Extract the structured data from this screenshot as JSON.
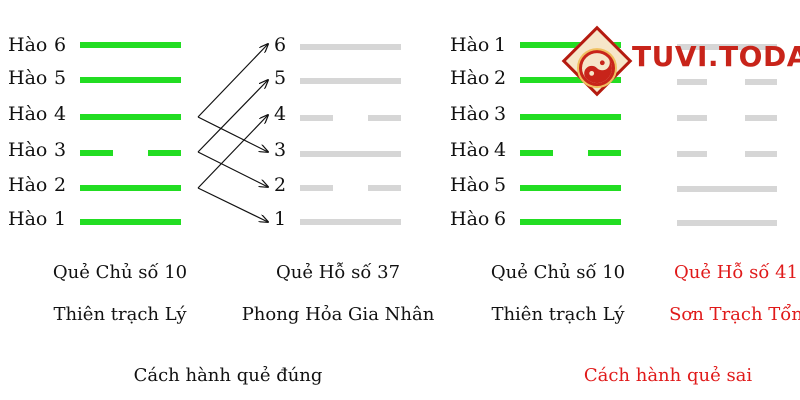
{
  "left_label_word": "Hào",
  "left_labels": [
    "6",
    "5",
    "4",
    "3",
    "2",
    "1"
  ],
  "left_mid_nums": [
    "6",
    "5",
    "4",
    "3",
    "2",
    "1"
  ],
  "right_labels": [
    "1",
    "2",
    "3",
    "4",
    "5",
    "6"
  ],
  "captions": {
    "q1_line1": "Quẻ Chủ số 10",
    "q1_line2": "Thiên trạch Lý",
    "q2_line1": "Quẻ Hỗ số 37",
    "q2_line2": "Phong Hỏa Gia Nhân",
    "q3_line1": "Quẻ Chủ số 10",
    "q3_line2": "Thiên trạch Lý",
    "q4_line1": "Quẻ Hỗ số 41",
    "q4_line2": "Sơn Trạch Tổn",
    "correct": "Cách hành quẻ đúng",
    "wrong": "Cách hành quẻ sai"
  },
  "logo_text": "TUVI.TODAY",
  "colors": {
    "green": "#22dd22",
    "gray": "#d6d6d6",
    "red": "#e01a1a",
    "text": "#111111"
  }
}
